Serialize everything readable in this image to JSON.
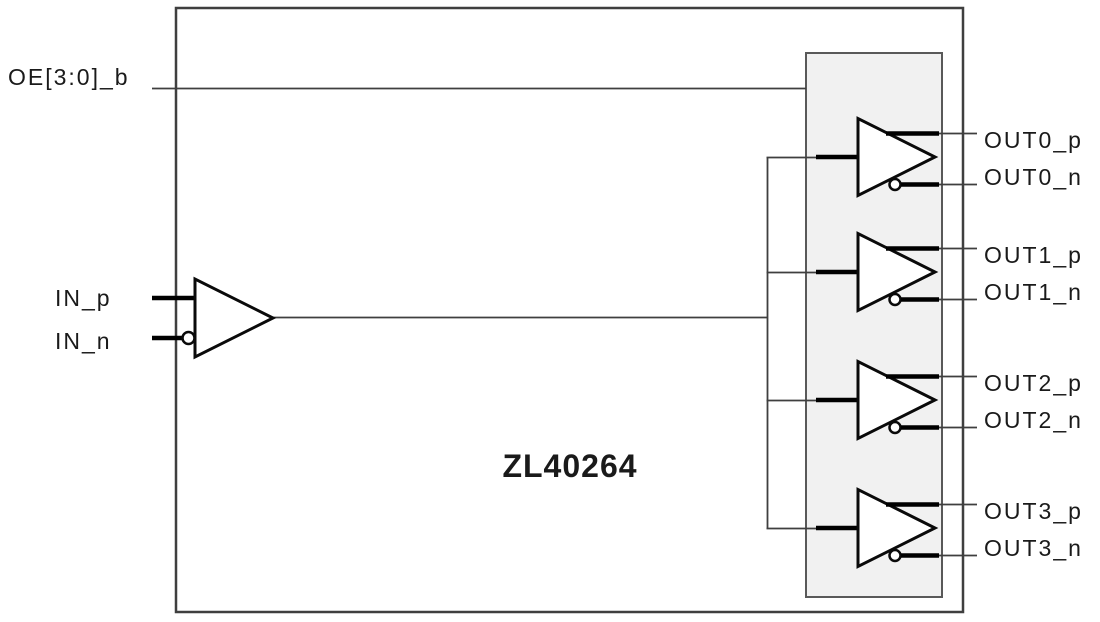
{
  "diagram": {
    "title": "ZL40264",
    "inputs": {
      "oe_label": "OE[3:0]_b",
      "in_p_label": "IN_p",
      "in_n_label": "IN_n"
    },
    "outputs": [
      {
        "p_label": "OUT0_p",
        "n_label": "OUT0_n"
      },
      {
        "p_label": "OUT1_p",
        "n_label": "OUT1_n"
      },
      {
        "p_label": "OUT2_p",
        "n_label": "OUT2_n"
      },
      {
        "p_label": "OUT3_p",
        "n_label": "OUT3_n"
      }
    ],
    "colors": {
      "background": "#ffffff",
      "outer_border": "#3f3f3f",
      "signal_line": "#3f3f3f",
      "pin_line": "#000000",
      "buffer_outline": "#0a0a0a",
      "bank_fill": "#f1f1f1",
      "bank_border": "#595959",
      "text": "#1a1a1a"
    }
  }
}
